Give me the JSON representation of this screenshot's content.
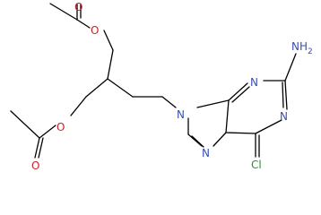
{
  "molecule": {
    "atoms": {
      "o_carbonyl_top": "O",
      "o_ester_top": "O",
      "o_ester_bottom": "O",
      "o_carbonyl_bottom": "O",
      "n9": "N",
      "n3": "N",
      "n1": "N",
      "n7": "N",
      "nh2": "NH",
      "nh2_sub": "2",
      "cl": "Cl"
    },
    "colors": {
      "oxygen": "#c8202a",
      "nitrogen": "#3a4fb3",
      "chlorine": "#2f8f2f",
      "bond": "#000000"
    }
  }
}
